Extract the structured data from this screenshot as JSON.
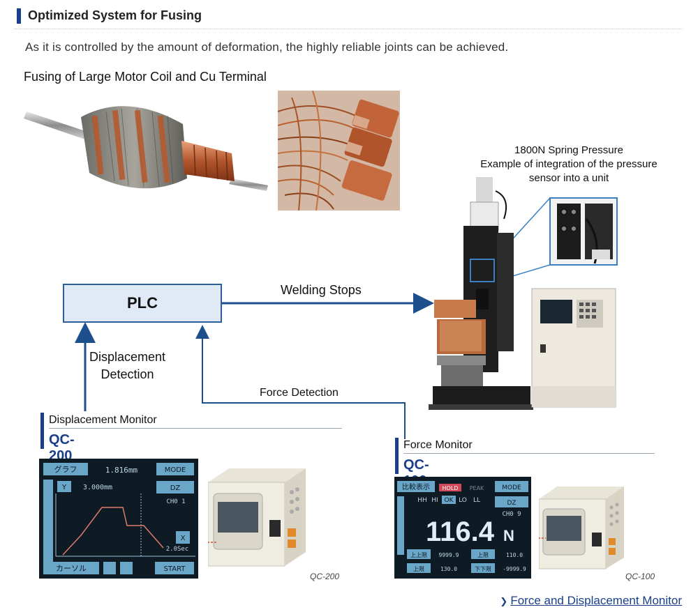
{
  "section": {
    "title": "Optimized System for Fusing"
  },
  "lead_text": "As it is controlled by the amount of deformation, the highly reliable joints can be achieved.",
  "figure": {
    "title": "Fusing of Large Motor Coil and Cu Terminal",
    "spring_caption": [
      "1800N Spring Pressure",
      "Example of integration of the pressure",
      "sensor into a unit"
    ],
    "plc_label": "PLC",
    "welding_stops": "Welding Stops",
    "displacement_detection": [
      "Displacement",
      "Detection"
    ],
    "force_detection": "Force Detection",
    "displacement_monitor": {
      "name": "Displacement Monitor",
      "model": "QC-200",
      "photo_caption": "QC-200"
    },
    "force_monitor": {
      "name": "Force Monitor",
      "model": "QC-100",
      "photo_caption": "QC-100"
    },
    "qc200_screen": {
      "tab": "グラフ",
      "value_top": "1.816mm",
      "mode": "MODE",
      "y_btn": "Y",
      "y_val": "3.000mm",
      "dz": "DZ",
      "ch": "CH0 1",
      "x_btn": "X",
      "x_val": "2.0Sec",
      "cursor": "カーソル",
      "start": "START"
    },
    "qc100_screen": {
      "tab": "比較表示",
      "hold": "HOLD",
      "peak": "PEAK",
      "mode": "MODE",
      "levels": [
        "HH",
        "HI",
        "OK",
        "LO",
        "LL"
      ],
      "dz": "DZ",
      "ch": "CH0 9",
      "reading": "116.4",
      "unit": "N",
      "upper_lbl": "上上限",
      "upper_val": "9999.9",
      "upper2_lbl": "上限",
      "upper2_val": "110.0",
      "lower_lbl": "上限",
      "lower_val": "130.0",
      "lower2_lbl": "下下限",
      "lower2_val": "-9999.9"
    }
  },
  "link": {
    "label": "Force and Displacement Monitor"
  },
  "colors": {
    "accent": "#1a3f8a",
    "plc_fill": "#dfeaf6",
    "arrow": "#1d4f8c"
  }
}
